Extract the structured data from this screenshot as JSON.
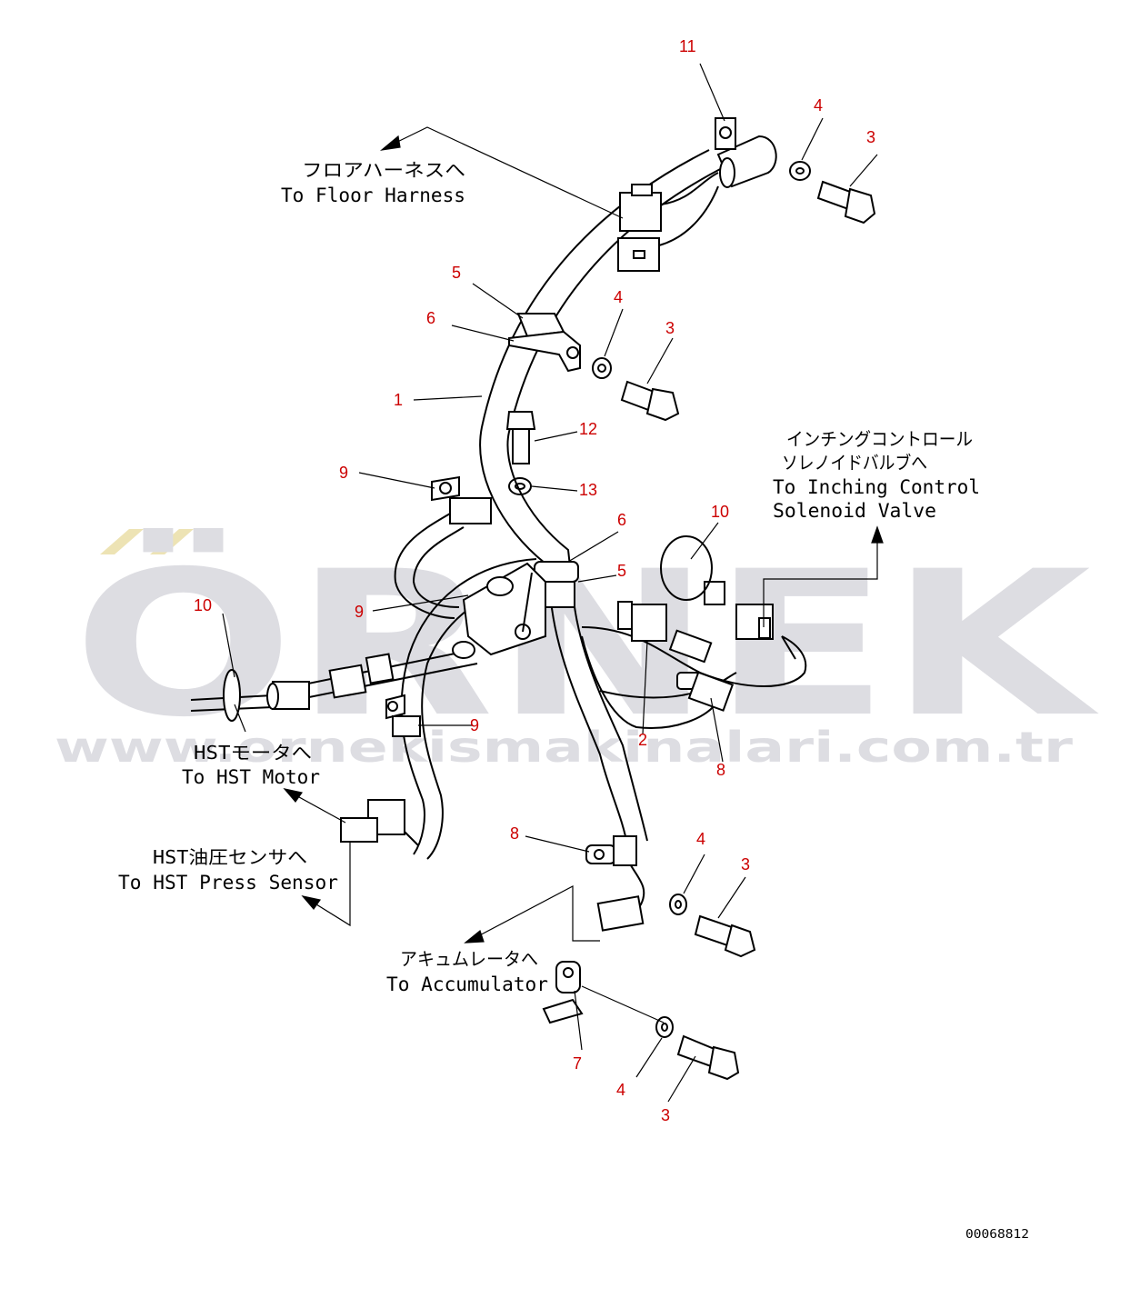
{
  "colors": {
    "callout": "#cc0000",
    "line": "#000000",
    "watermark": "#dddde2",
    "watermark_accent": "#ede3b4"
  },
  "watermark": {
    "brand": "ÖRNEK",
    "url": "www.ornekismakinalari.com.tr"
  },
  "labels": {
    "floor_jp": "フロアハーネスへ",
    "floor_en": "To Floor Harness",
    "inching_jp1": "インチングコントロール",
    "inching_jp2": "ソレノイドバルブへ",
    "inching_en1": "To Inching Control",
    "inching_en2": "Solenoid Valve",
    "hst_motor_jp": "HSTモータへ",
    "hst_motor_en": "To HST Motor",
    "hst_press_jp": "HST油圧センサへ",
    "hst_press_en": "To HST Press Sensor",
    "accum_jp": "アキュムレータへ",
    "accum_en": "To Accumulator"
  },
  "drawing_number": "00068812",
  "callouts": [
    "11",
    "4",
    "3",
    "5",
    "6",
    "4",
    "3",
    "1",
    "12",
    "9",
    "13",
    "6",
    "5",
    "10",
    "10",
    "9",
    "9",
    "2",
    "8",
    "8",
    "4",
    "3",
    "7",
    "4",
    "3"
  ]
}
